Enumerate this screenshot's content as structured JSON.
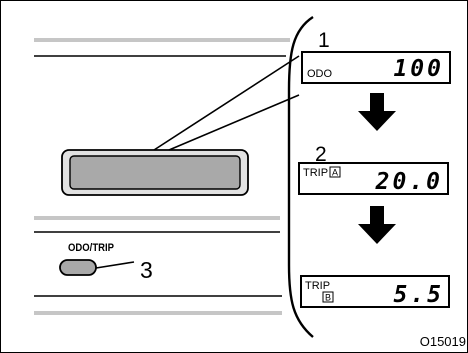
{
  "callouts": {
    "odometer_number": "1",
    "trip_a_number": "2",
    "button_number": "3"
  },
  "button": {
    "label": "ODO/TRIP"
  },
  "displays": [
    {
      "mode": "ODO",
      "value": "100",
      "badge": ""
    },
    {
      "mode": "TRIP",
      "value": "20.0",
      "badge": "A"
    },
    {
      "mode": "TRIP",
      "value": "5.5",
      "badge": "B"
    }
  ],
  "figure_code": "O15019",
  "colors": {
    "panel": "#c6c6c6",
    "screen": "#a9a9a9",
    "stroke": "#000000",
    "background": "#ffffff"
  }
}
